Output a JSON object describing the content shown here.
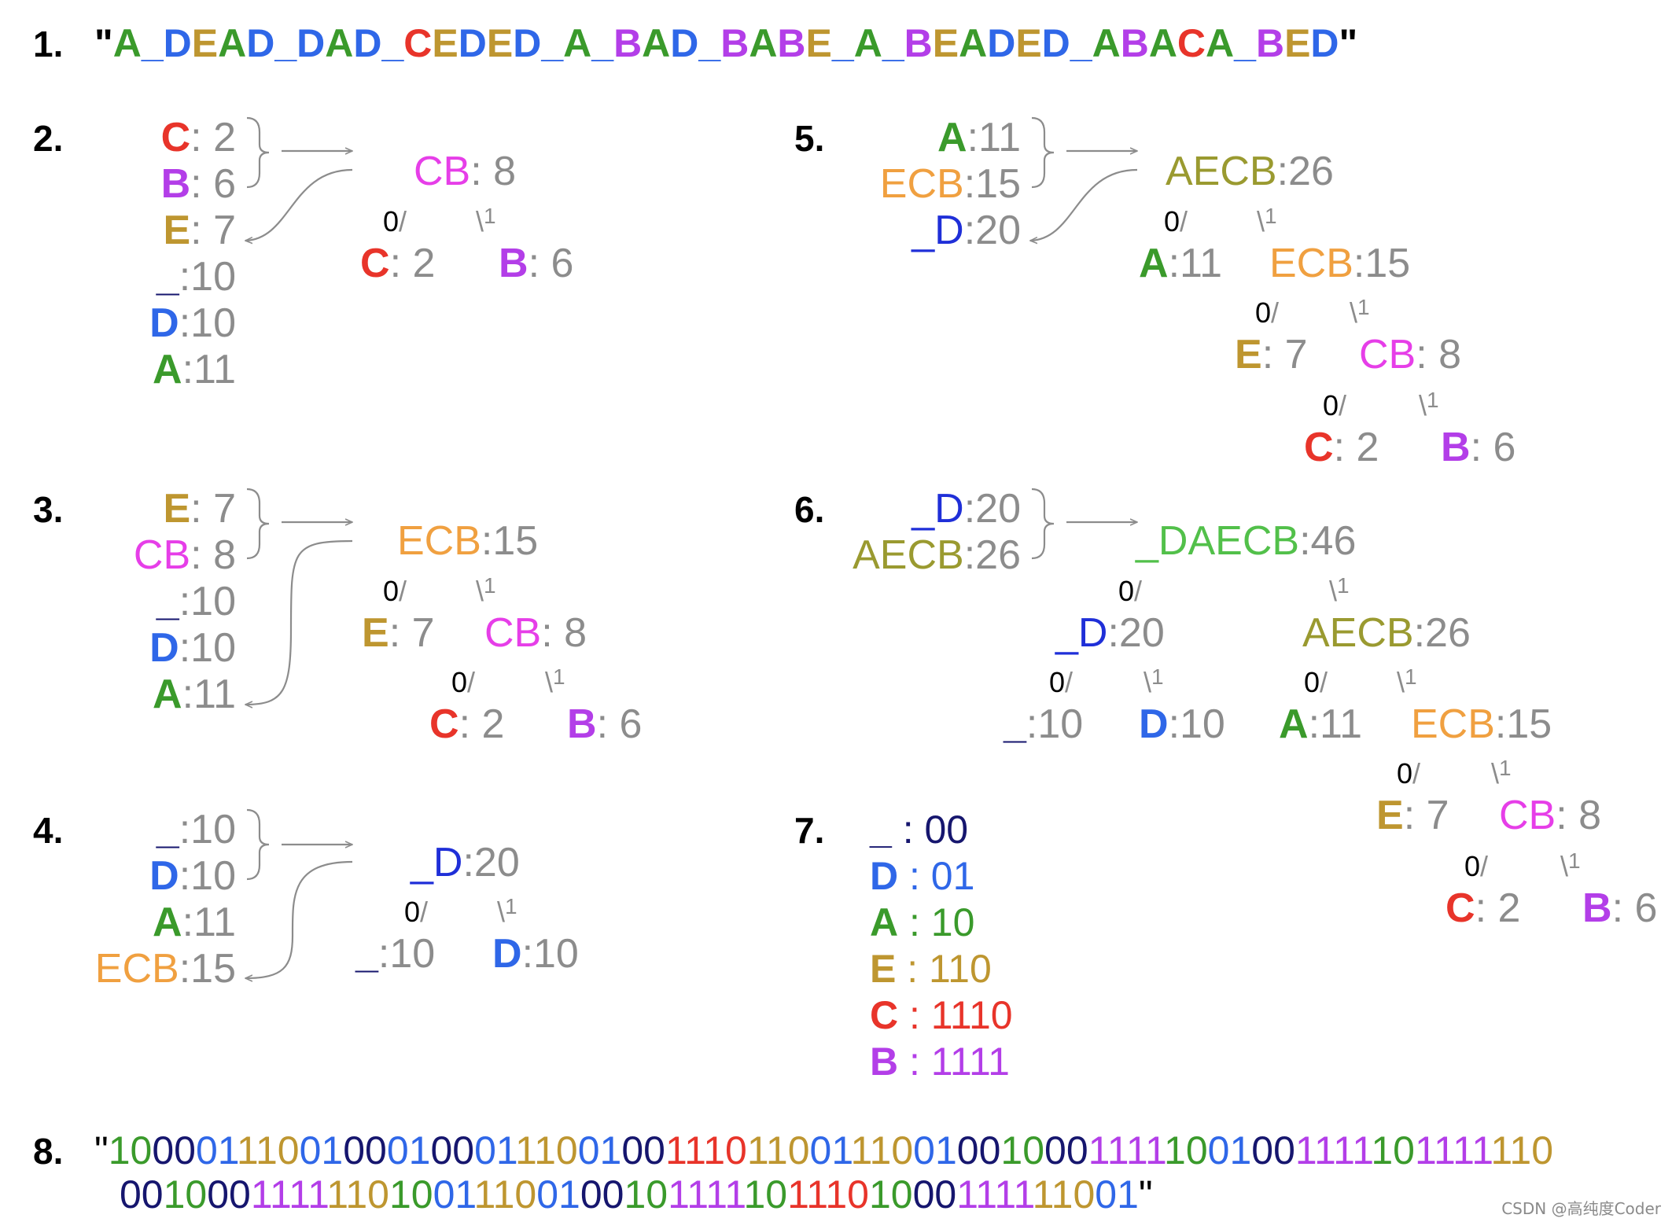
{
  "colors": {
    "A": "#3a9a2b",
    "D": "#2f67e8",
    "E": "#be9630",
    "C": "#e8342a",
    "B": "#b33ee8",
    "U": "#16166e",
    "CB": "#e63ee8",
    "ECB": "#f0a040",
    "UD": "#1f2fd8",
    "AECB": "#9a9a30",
    "UDAECB": "#52c04a",
    "gray": "#8c8c8c",
    "black": "#000000"
  },
  "step1": {
    "num": "1.",
    "quote_open": "\"",
    "quote_close": "\"",
    "text": "A_DEAD_DAD_CEDED_A_BAD_BABE_A_BEADED_ABACA_BED"
  },
  "step2": {
    "num": "2.",
    "list": [
      {
        "sym": "C",
        "val": ": 2"
      },
      {
        "sym": "B",
        "val": ": 6"
      },
      {
        "sym": "E",
        "val": ": 7"
      },
      {
        "sym": "_",
        "val": ":10"
      },
      {
        "sym": "D",
        "val": ":10"
      },
      {
        "sym": "A",
        "val": ":11"
      }
    ],
    "tree": {
      "root": {
        "sym": "CB",
        "val": ": 8"
      },
      "left": {
        "sym": "C",
        "val": ": 2"
      },
      "right": {
        "sym": "B",
        "val": ": 6"
      }
    }
  },
  "step3": {
    "num": "3.",
    "list": [
      {
        "sym": "E",
        "val": ": 7"
      },
      {
        "sym": "CB",
        "val": ": 8"
      },
      {
        "sym": "_",
        "val": ":10"
      },
      {
        "sym": "D",
        "val": ":10"
      },
      {
        "sym": "A",
        "val": ":11"
      }
    ],
    "tree": {
      "root": {
        "sym": "ECB",
        "val": ":15"
      },
      "l": {
        "sym": "E",
        "val": ": 7"
      },
      "r": {
        "sym": "CB",
        "val": ": 8"
      },
      "rl": {
        "sym": "C",
        "val": ": 2"
      },
      "rr": {
        "sym": "B",
        "val": ": 6"
      }
    }
  },
  "step4": {
    "num": "4.",
    "list": [
      {
        "sym": "_",
        "val": ":10"
      },
      {
        "sym": "D",
        "val": ":10"
      },
      {
        "sym": "A",
        "val": ":11"
      },
      {
        "sym": "ECB",
        "val": ":15"
      }
    ],
    "tree": {
      "root": {
        "sym": "_D",
        "val": ":20"
      },
      "l": {
        "sym": "_",
        "val": ":10"
      },
      "r": {
        "sym": "D",
        "val": ":10"
      }
    }
  },
  "step5": {
    "num": "5.",
    "list": [
      {
        "sym": "A",
        "val": ":11"
      },
      {
        "sym": "ECB",
        "val": ":15"
      },
      {
        "sym": "_D",
        "val": ":20"
      }
    ],
    "tree": {
      "root": {
        "sym": "AECB",
        "val": ":26"
      },
      "l": {
        "sym": "A",
        "val": ":11"
      },
      "r": {
        "sym": "ECB",
        "val": ":15"
      },
      "rl": {
        "sym": "E",
        "val": ": 7"
      },
      "rr": {
        "sym": "CB",
        "val": ": 8"
      },
      "rrl": {
        "sym": "C",
        "val": ": 2"
      },
      "rrr": {
        "sym": "B",
        "val": ": 6"
      }
    }
  },
  "step6": {
    "num": "6.",
    "list": [
      {
        "sym": "_D",
        "val": ":20"
      },
      {
        "sym": "AECB",
        "val": ":26"
      }
    ],
    "tree": {
      "root": {
        "sym": "_DAECB",
        "val": ":46"
      },
      "l": {
        "sym": "_D",
        "val": ":20"
      },
      "r": {
        "sym": "AECB",
        "val": ":26"
      },
      "ll": {
        "sym": "_",
        "val": ":10"
      },
      "lr": {
        "sym": "D",
        "val": ":10"
      },
      "rl": {
        "sym": "A",
        "val": ":11"
      },
      "rr": {
        "sym": "ECB",
        "val": ":15"
      },
      "rrl": {
        "sym": "E",
        "val": ": 7"
      },
      "rrr": {
        "sym": "CB",
        "val": ": 8"
      },
      "rrrl": {
        "sym": "C",
        "val": ": 2"
      },
      "rrrr": {
        "sym": "B",
        "val": ": 6"
      }
    }
  },
  "edge": {
    "zero": "0",
    "one": "1",
    "left": "/",
    "right": "\\"
  },
  "step7": {
    "num": "7.",
    "codes": [
      {
        "sym": "_",
        "code": " : 00"
      },
      {
        "sym": "D",
        "code": " : 01"
      },
      {
        "sym": "A",
        "code": " : 10"
      },
      {
        "sym": "E",
        "code": " : 110"
      },
      {
        "sym": "C",
        "code": " : 1110"
      },
      {
        "sym": "B",
        "code": " : 1111"
      }
    ]
  },
  "step8": {
    "num": "8.",
    "quote_open": "\"",
    "quote_close": "\"",
    "line1": [
      "10",
      "00",
      "01",
      "110",
      "01",
      "00",
      "01",
      "00",
      "01",
      "110",
      "01",
      "00",
      "1110",
      "110",
      "01",
      "110",
      "01",
      "00",
      "10",
      "00",
      "1111",
      "10",
      "01",
      "00",
      "1111",
      "10",
      "1111",
      "110"
    ],
    "line2": [
      "00",
      "10",
      "00",
      "1111",
      "110",
      "10",
      "01",
      "110",
      "01",
      "00",
      "10",
      "1111",
      "10",
      "1110",
      "10",
      "00",
      "1111",
      "110",
      "01"
    ]
  },
  "watermark": "CSDN @高纯度Coder"
}
